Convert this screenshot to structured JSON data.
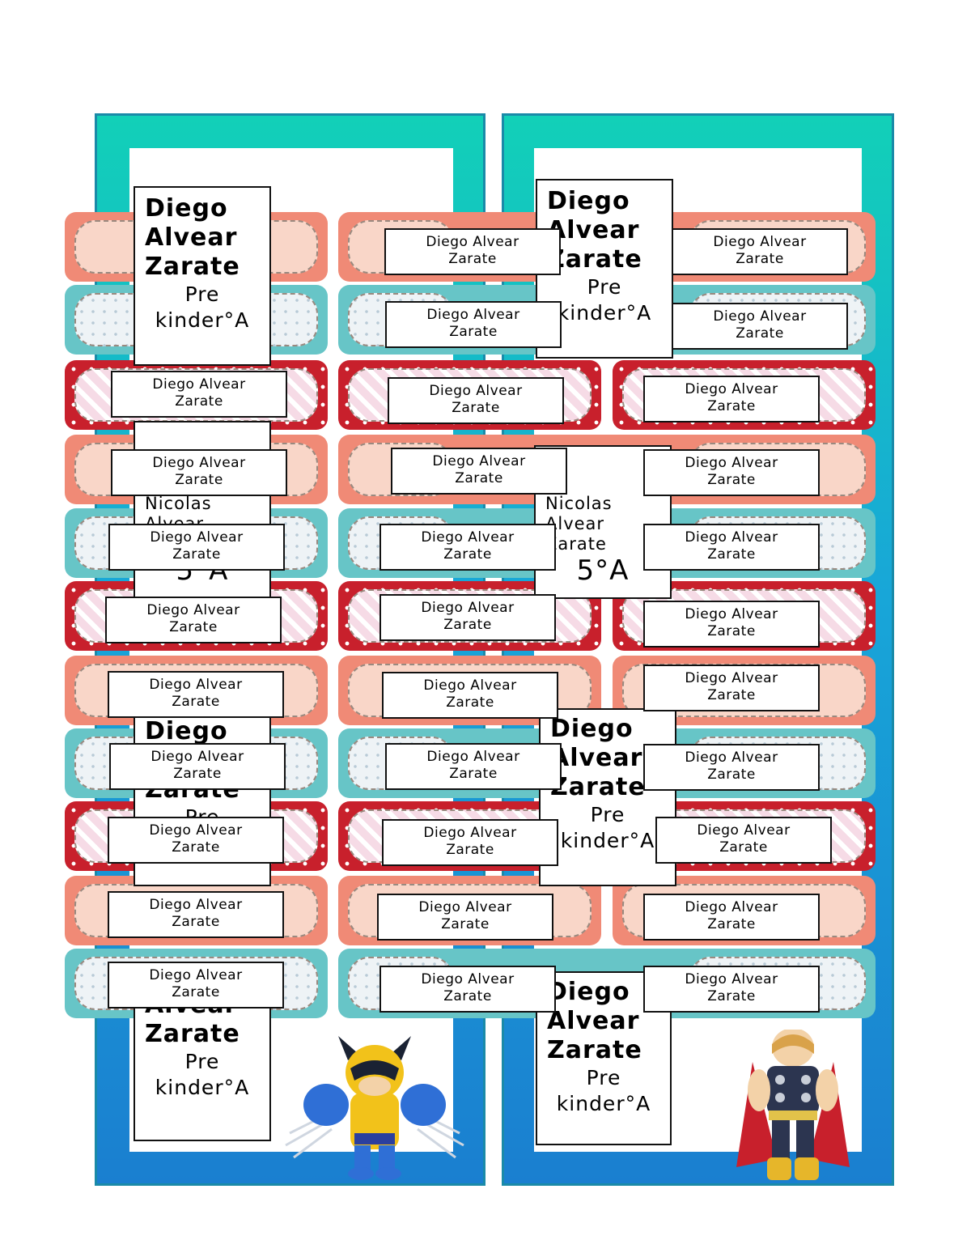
{
  "sheet": {
    "label_line1": "Diego Alvear",
    "label_line2": "Zarate",
    "card_name_first": "Diego",
    "card_name_middle": "Alvear",
    "card_name_last": "Zarate",
    "card_grade_line1": "Pre",
    "card_grade_line2": "kinder°A",
    "alt_name_first": "Nicolas",
    "alt_name_middle": "Alvear",
    "alt_name_last": "Zarate",
    "alt_grade": "5°A"
  },
  "icons": {
    "hero_left": "wolverine-figure-icon",
    "hero_right": "thor-figure-icon"
  },
  "colors": {
    "panel_top": "#12d0b8",
    "panel_bottom": "#1a7fd0",
    "strip_salmon": "#f08a76",
    "strip_teal": "#67c5c7",
    "strip_red": "#c8202c"
  }
}
